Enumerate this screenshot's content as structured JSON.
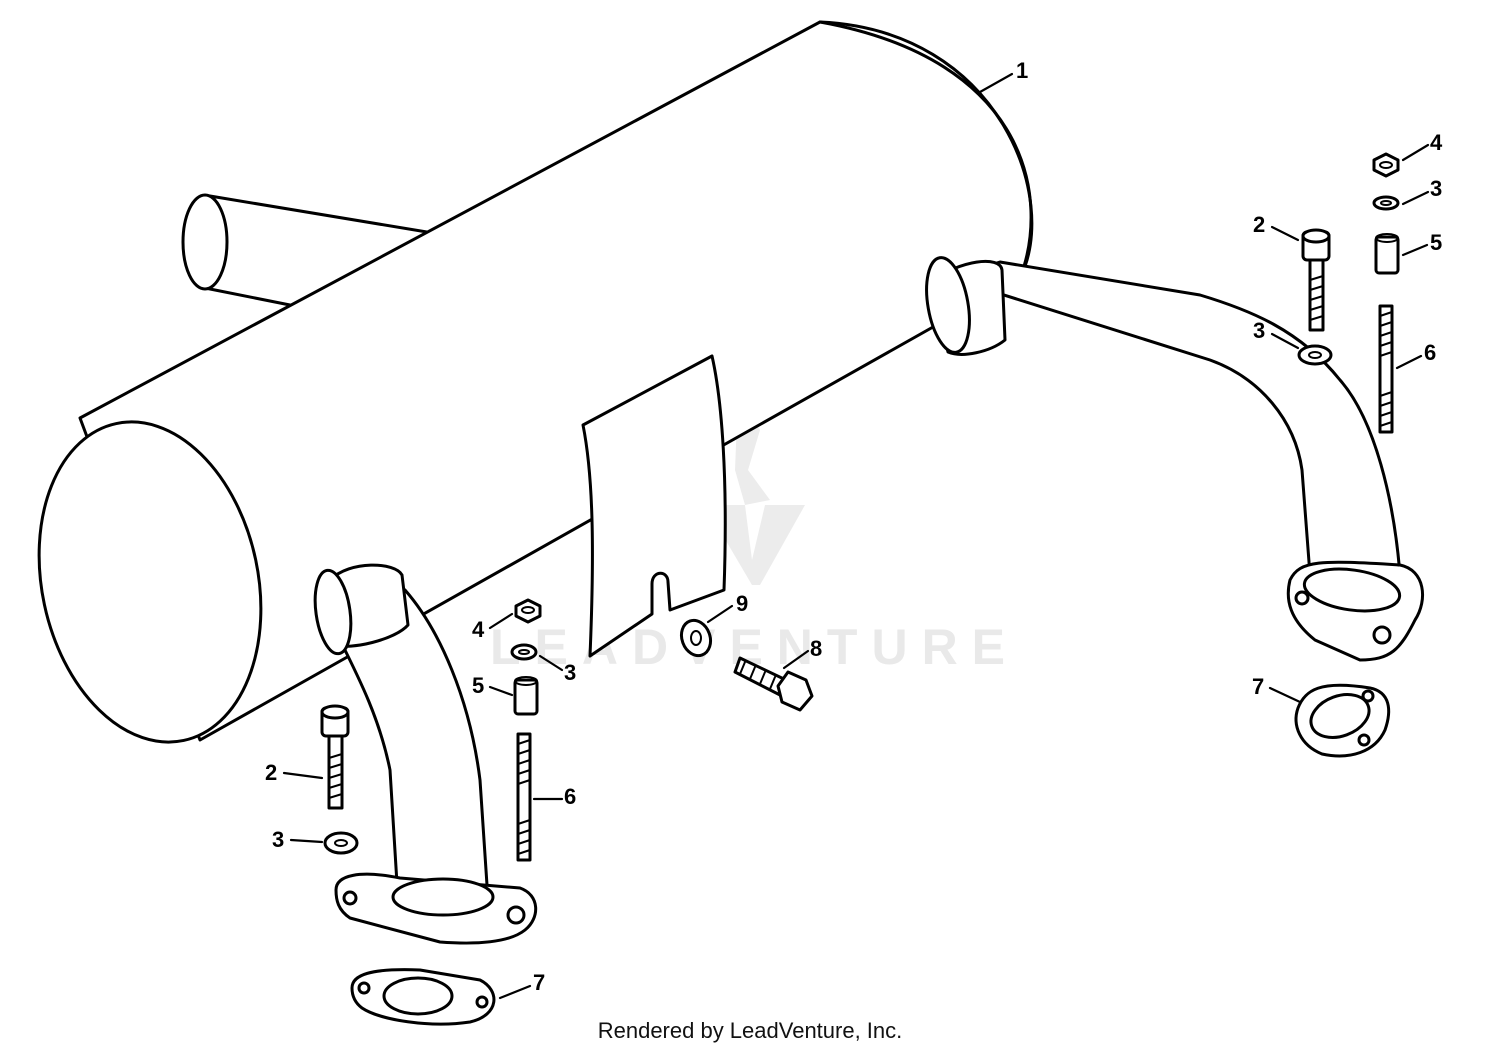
{
  "watermark": {
    "logo": "lv-logo",
    "text": "LEADVENTURE"
  },
  "credit": "Rendered by LeadVenture, Inc.",
  "callouts": [
    {
      "id": "c1",
      "label": "1"
    },
    {
      "id": "c4r",
      "label": "4"
    },
    {
      "id": "c3r",
      "label": "3"
    },
    {
      "id": "c2r",
      "label": "2"
    },
    {
      "id": "c5r",
      "label": "5"
    },
    {
      "id": "c3r2",
      "label": "3"
    },
    {
      "id": "c6r",
      "label": "6"
    },
    {
      "id": "c9",
      "label": "9"
    },
    {
      "id": "c8",
      "label": "8"
    },
    {
      "id": "c4l",
      "label": "4"
    },
    {
      "id": "c3l",
      "label": "3"
    },
    {
      "id": "c5l",
      "label": "5"
    },
    {
      "id": "c7r",
      "label": "7"
    },
    {
      "id": "c2l",
      "label": "2"
    },
    {
      "id": "c6l",
      "label": "6"
    },
    {
      "id": "c3l2",
      "label": "3"
    },
    {
      "id": "c7l",
      "label": "7"
    }
  ]
}
